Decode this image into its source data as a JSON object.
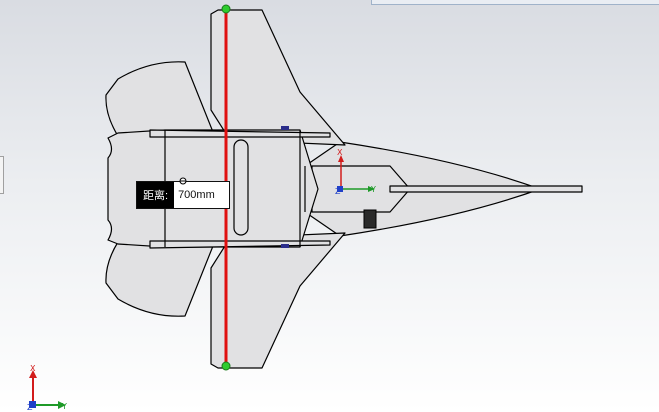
{
  "model_view": {
    "measurement": {
      "label": "距离:",
      "value": "700mm"
    },
    "part_triad": {
      "x": "X",
      "y": "Y",
      "z": "Z"
    },
    "view_triad": {
      "x": "X",
      "y": "Y",
      "z": "Z"
    }
  },
  "colors": {
    "part_fill": "#e1e1e3",
    "outline": "#000000",
    "measure_line": "#e01010",
    "endpoint": "#2ecc2e",
    "axis_x": "#d21c1c",
    "axis_y": "#1e9a28",
    "axis_z": "#2040c8"
  },
  "icons": [
    "circle-handle-icon",
    "servo-icon"
  ]
}
